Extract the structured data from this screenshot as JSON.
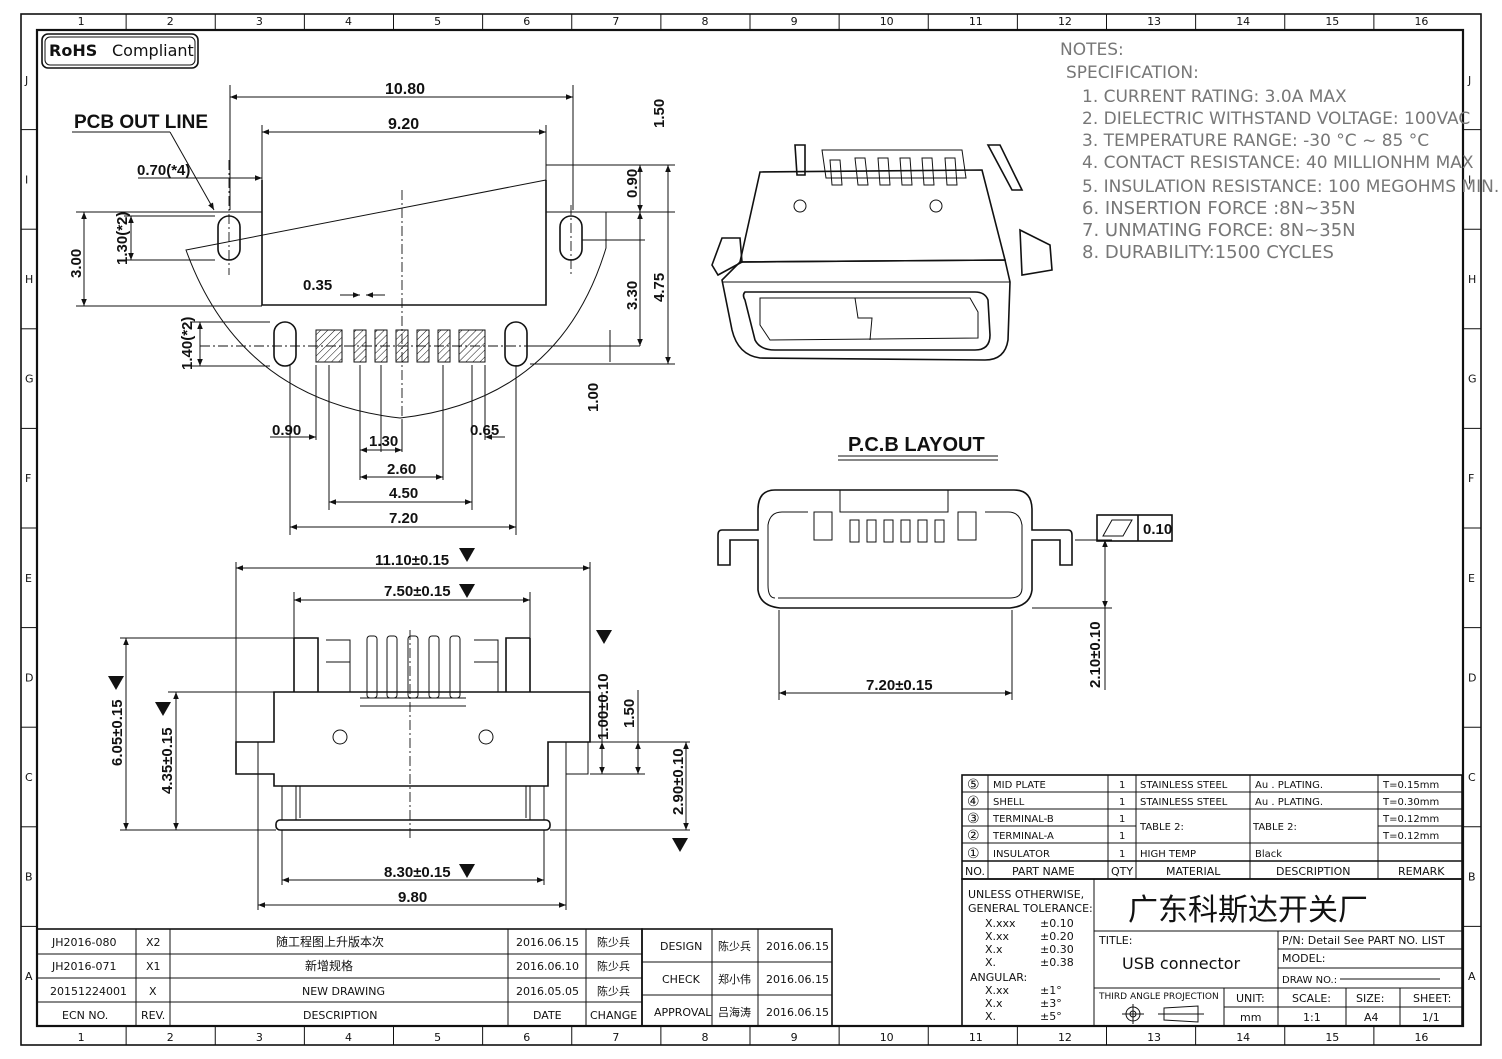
{
  "border": {
    "columns": [
      "1",
      "2",
      "3",
      "4",
      "5",
      "6",
      "7",
      "8",
      "9",
      "10",
      "11",
      "12",
      "13",
      "14",
      "15",
      "16"
    ],
    "rows": [
      "J",
      "I",
      "H",
      "G",
      "F",
      "E",
      "D",
      "C",
      "B",
      "A"
    ]
  },
  "badge": {
    "bold": "RoHS",
    "text": "Compliant"
  },
  "notes": {
    "title": "NOTES:",
    "spec": "SPECIFICATION:",
    "items": [
      "1. CURRENT RATING: 3.0A MAX",
      "2. DIELECTRIC WITHSTAND VOLTAGE: 100VAC",
      "3. TEMPERATURE RANGE: -30 °C ~ 85 °C",
      "4. CONTACT RESISTANCE: 40 MILLIONHM MAX",
      "5. INSULATION RESISTANCE: 100 MEGOHMS MIN.",
      "6.  INSERTION  FORCE  :8N~35N",
      "7.  UNMATING  FORCE:  8N~35N",
      "8.  DURABILITY:1500  CYCLES"
    ]
  },
  "top_view": {
    "pcb_outline": "PCB OUT LINE",
    "dims": {
      "d1080": "10.80",
      "d920": "9.20",
      "d070": "0.70(*4)",
      "d150": "1.50",
      "d090v": "0.90",
      "d300": "3.00",
      "d130": "1.30(*2)",
      "d035": "0.35",
      "d330": "3.30",
      "d475": "4.75",
      "d140": "1.40(*2)",
      "d100": "1.00",
      "d090": "0.90",
      "d130b": "1.30",
      "d065": "0.65",
      "d260": "2.60",
      "d450": "4.50",
      "d720": "7.20"
    }
  },
  "front_view": {
    "dims": {
      "d1110": "11.10±0.15",
      "d750": "7.50±0.15",
      "d605": "6.05±0.15",
      "d435": "4.35±0.15",
      "d100": "1.00±0.10",
      "d150": "1.50",
      "d290": "2.90±0.10",
      "d830": "8.30±0.15",
      "d980": "9.80"
    }
  },
  "pcb_layout": {
    "title": "P.C.B LAYOUT",
    "flatness": "0.10",
    "d720": "7.20±0.15",
    "d210": "2.10±0.10"
  },
  "bom": {
    "rows": [
      {
        "no": "⑤",
        "part": "MID  PLATE",
        "qty": "1",
        "material": "STAINLESS  STEEL",
        "desc": "Au . PLATING.",
        "remark": "T=0.15mm"
      },
      {
        "no": "④",
        "part": "SHELL",
        "qty": "1",
        "material": "STAINLESS  STEEL",
        "desc": "Au . PLATING.",
        "remark": "T=0.30mm"
      },
      {
        "no": "③",
        "part": "TERMINAL-B",
        "qty": "1",
        "material": "",
        "desc": "",
        "remark": "T=0.12mm"
      },
      {
        "no": "②",
        "part": "TERMINAL-A",
        "qty": "1",
        "material": "",
        "desc": "",
        "remark": "T=0.12mm"
      },
      {
        "no": "①",
        "part": "INSULATOR",
        "qty": "1",
        "material": "HIGH  TEMP",
        "desc": "Black",
        "remark": ""
      }
    ],
    "table2_material": "TABLE  2:",
    "table2_desc": "TABLE  2:",
    "headers": {
      "no": "NO.",
      "part": "PART  NAME",
      "qty": "QTY",
      "material": "MATERIAL",
      "desc": "DESCRIPTION",
      "remark": "REMARK"
    }
  },
  "tolerance": {
    "title1": "UNLESS  OTHERWISE,",
    "title2": "GENERAL  TOLERANCE:",
    "linear": [
      [
        "X.xxx",
        "±0.10"
      ],
      [
        "X.xx",
        "±0.20"
      ],
      [
        "X.x",
        "±0.30"
      ],
      [
        "X.",
        "±0.38"
      ]
    ],
    "angular_title": "ANGULAR:",
    "angular": [
      [
        "X.xx",
        "±1°"
      ],
      [
        "X.x",
        "±3°"
      ],
      [
        "X.",
        "±5°"
      ]
    ]
  },
  "title_block": {
    "company": "广东科斯达开关厂",
    "title_label": "TITLE:",
    "title_value": "USB  connector",
    "pn": "P/N: Detail  See  PART  NO.  LIST",
    "model": "MODEL:",
    "drawno": "DRAW  NO.:",
    "projection": "THIRD  ANGLE  PROJECTION",
    "unit_label": "UNIT:",
    "unit_value": "mm",
    "scale_label": "SCALE:",
    "scale_value": "1:1",
    "size_label": "SIZE:",
    "size_value": "A4",
    "sheet_label": "SHEET:",
    "sheet_value": "1/1"
  },
  "revisions": {
    "rows": [
      {
        "ecn": "JH2016-080",
        "rev": "X2",
        "desc": "随工程图上升版本次",
        "date": "2016.06.15",
        "change": "陈少兵"
      },
      {
        "ecn": "JH2016-071",
        "rev": "X1",
        "desc": "新增规格",
        "date": "2016.06.10",
        "change": "陈少兵"
      },
      {
        "ecn": "20151224001",
        "rev": "X",
        "desc": "NEW  DRAWING",
        "date": "2016.05.05",
        "change": "陈少兵"
      }
    ],
    "headers": {
      "ecn": "ECN  NO.",
      "rev": "REV.",
      "desc": "DESCRIPTION",
      "date": "DATE",
      "change": "CHANGE"
    }
  },
  "approvals": [
    {
      "role": "DESIGN",
      "name": "陈少兵",
      "date": "2016.06.15"
    },
    {
      "role": "CHECK",
      "name": "郑小伟",
      "date": "2016.06.15"
    },
    {
      "role": "APPROVAL",
      "name": "吕海涛",
      "date": "2016.06.15"
    }
  ]
}
